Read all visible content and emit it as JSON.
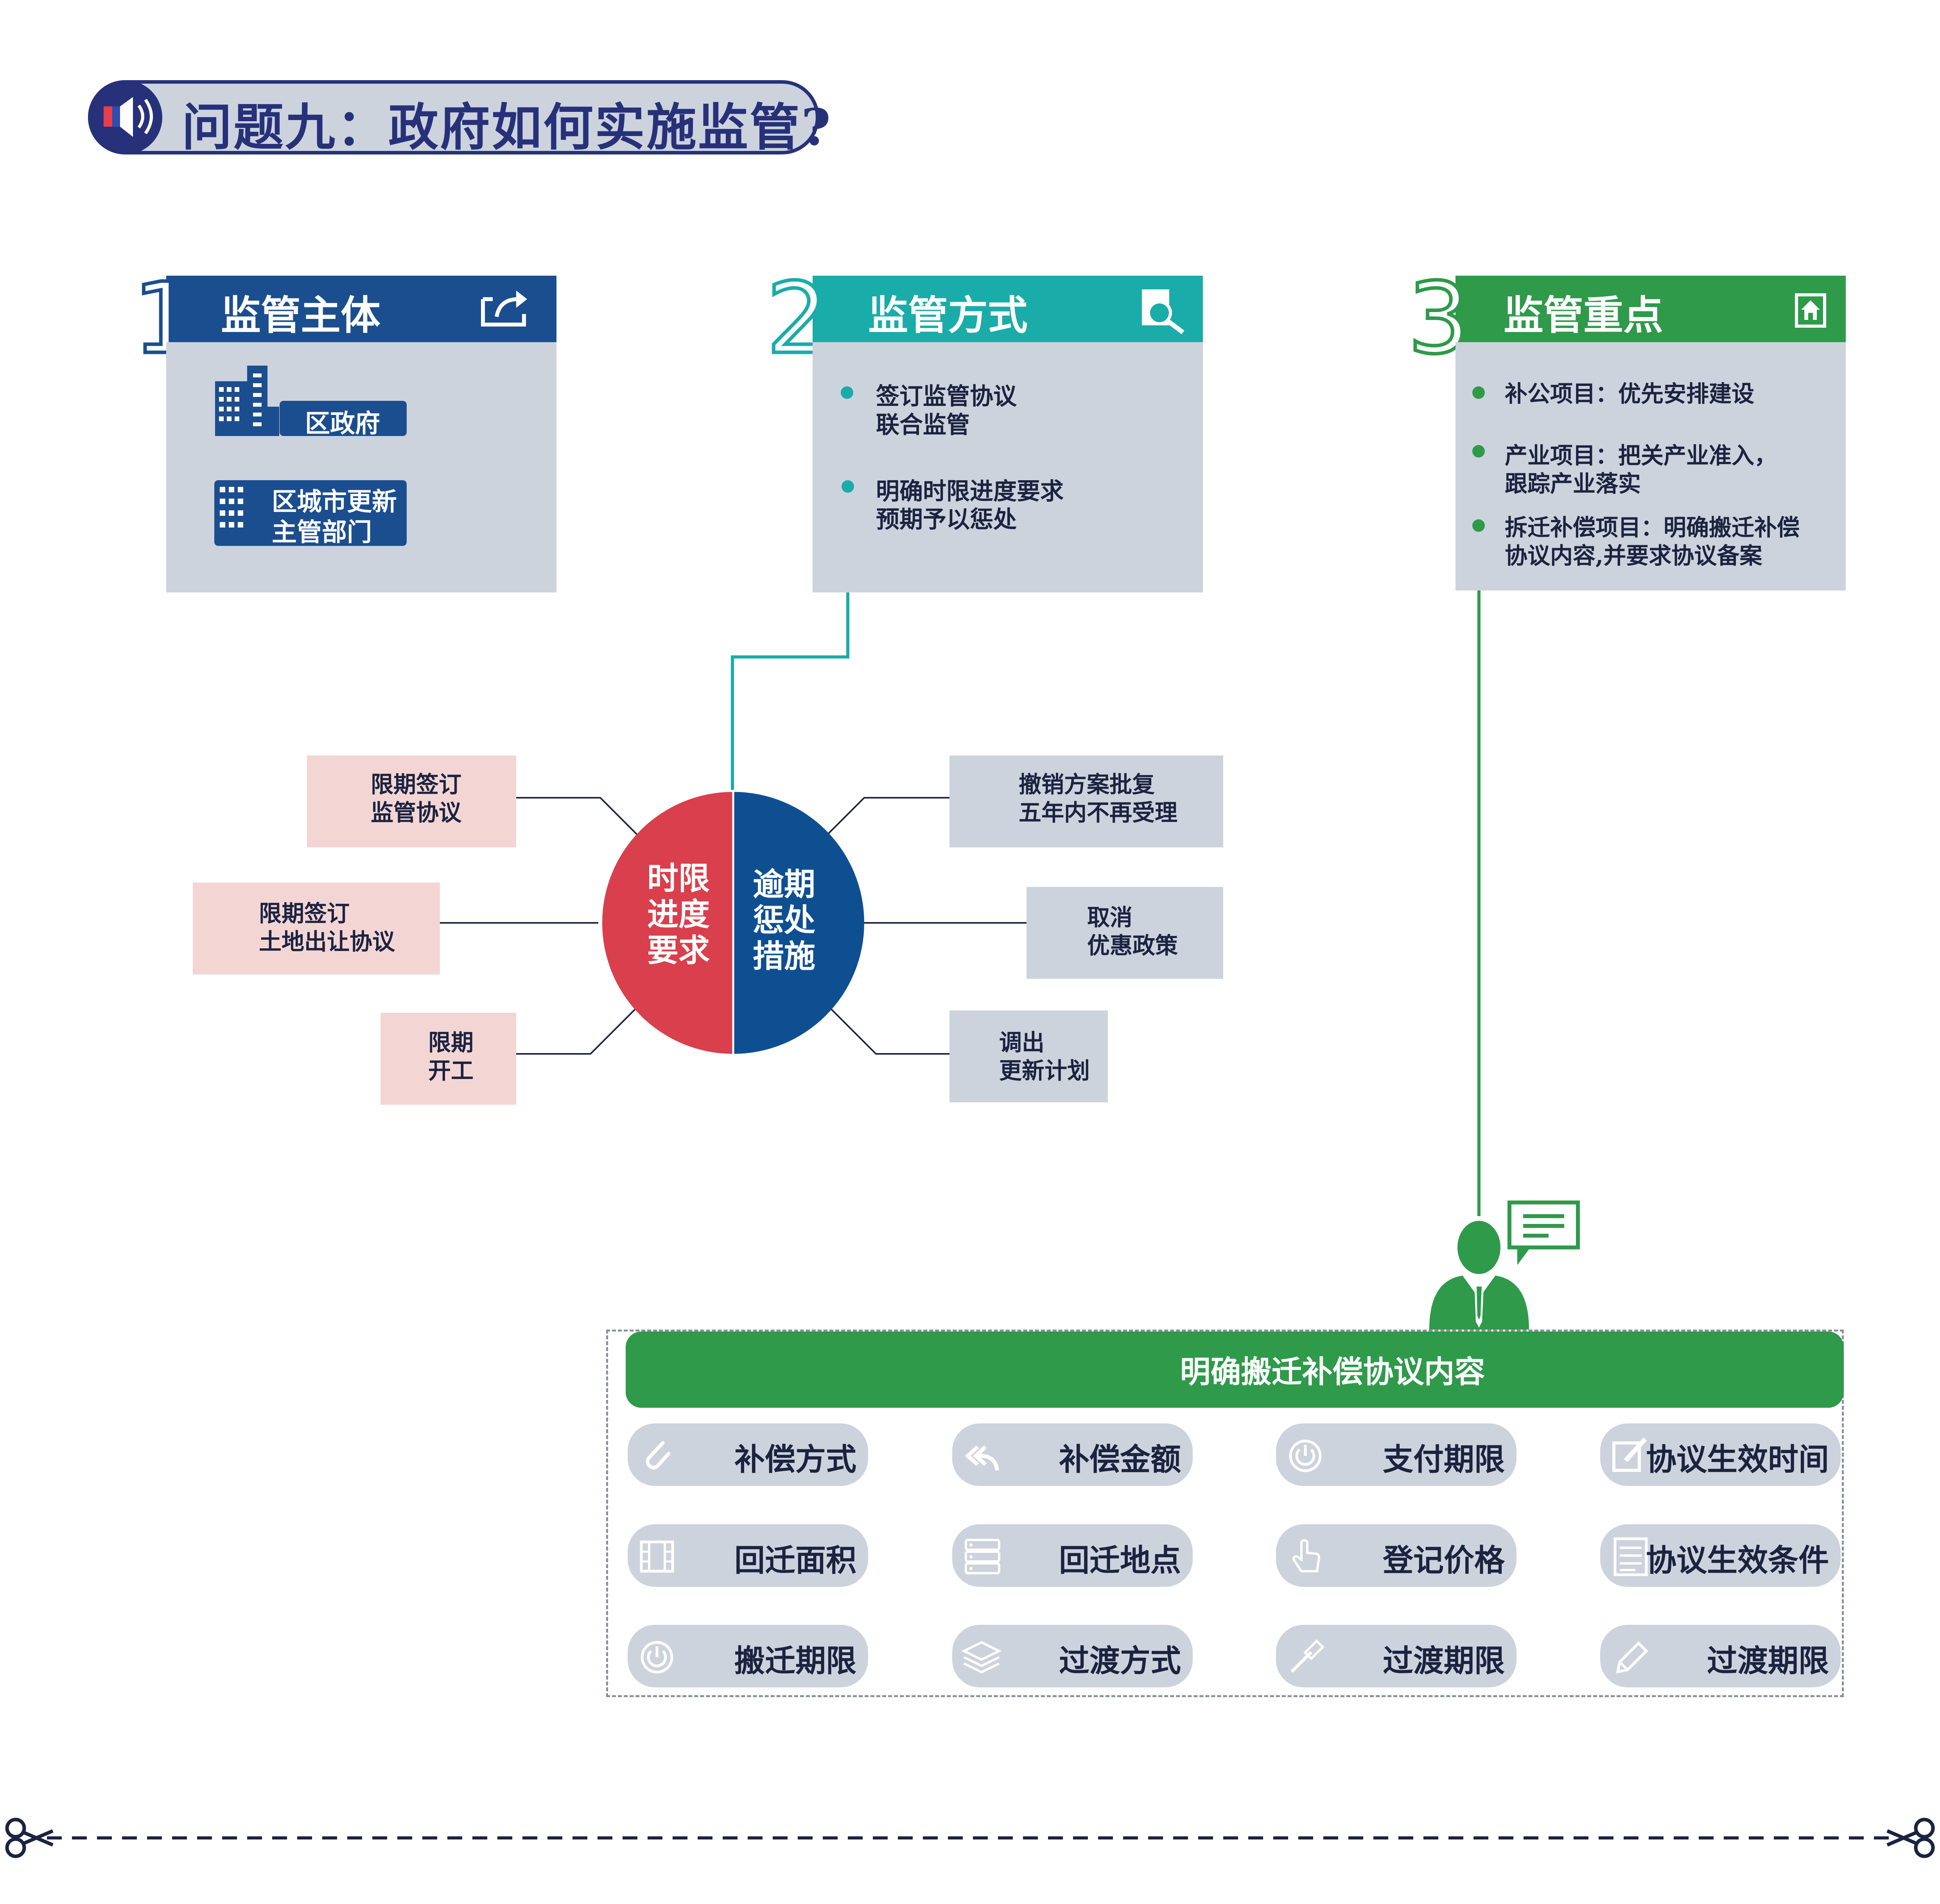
{
  "title": "问题九：政府如何实施监管?",
  "sections": [
    {
      "num": "1",
      "title": "监管主体",
      "color": "#1b4e8f"
    },
    {
      "num": "2",
      "title": "监管方式",
      "color": "#1aaca9"
    },
    {
      "num": "3",
      "title": "监管重点",
      "color": "#2e9a4a"
    }
  ],
  "subject": {
    "gov": "区政府",
    "dept_line1": "区城市更新",
    "dept_line2": "主管部门"
  },
  "methods": [
    {
      "line1": "签订监管协议",
      "line2": "联合监管"
    },
    {
      "line1": "明确时限进度要求",
      "line2": "预期予以惩处"
    }
  ],
  "focus": [
    {
      "line1": "补公项目：优先安排建设",
      "line2": ""
    },
    {
      "line1": "产业项目：把关产业准入，",
      "line2": "跟踪产业落实"
    },
    {
      "line1": "拆迁补偿项目：明确搬迁补偿",
      "line2": "协议内容,并要求协议备案"
    }
  ],
  "circle": {
    "left": [
      "时限",
      "进度",
      "要求"
    ],
    "right": [
      "逾期",
      "惩处",
      "措施"
    ],
    "left_color": "#d93f4c",
    "right_color": "#0e4f92"
  },
  "left_boxes": [
    {
      "line1": "限期签订",
      "line2": "监管协议"
    },
    {
      "line1": "限期签订",
      "line2": "土地出让协议"
    },
    {
      "line1": "限期",
      "line2": "开工"
    }
  ],
  "right_boxes": [
    {
      "line1": "撤销方案批复",
      "line2": "五年内不再受理"
    },
    {
      "line1": "取消",
      "line2": "优惠政策"
    },
    {
      "line1": "调出",
      "line2": "更新计划"
    }
  ],
  "agreement": {
    "header": "明确搬迁补偿协议内容",
    "items": [
      {
        "label": "补偿方式",
        "icon": "paperclip-icon"
      },
      {
        "label": "补偿金额",
        "icon": "reply-all-icon"
      },
      {
        "label": "支付期限",
        "icon": "power-icon"
      },
      {
        "label": "协议生效时间",
        "icon": "edit-icon"
      },
      {
        "label": "回迁面积",
        "icon": "film-icon"
      },
      {
        "label": "回迁地点",
        "icon": "server-icon"
      },
      {
        "label": "登记价格",
        "icon": "hand-pointer-icon"
      },
      {
        "label": "协议生效条件",
        "icon": "document-list-icon"
      },
      {
        "label": "搬迁期限",
        "icon": "power-icon"
      },
      {
        "label": "过渡方式",
        "icon": "layers-icon"
      },
      {
        "label": "过渡期限",
        "icon": "screwdriver-icon"
      },
      {
        "label": "过渡期限",
        "icon": "pencil-icon"
      }
    ]
  }
}
